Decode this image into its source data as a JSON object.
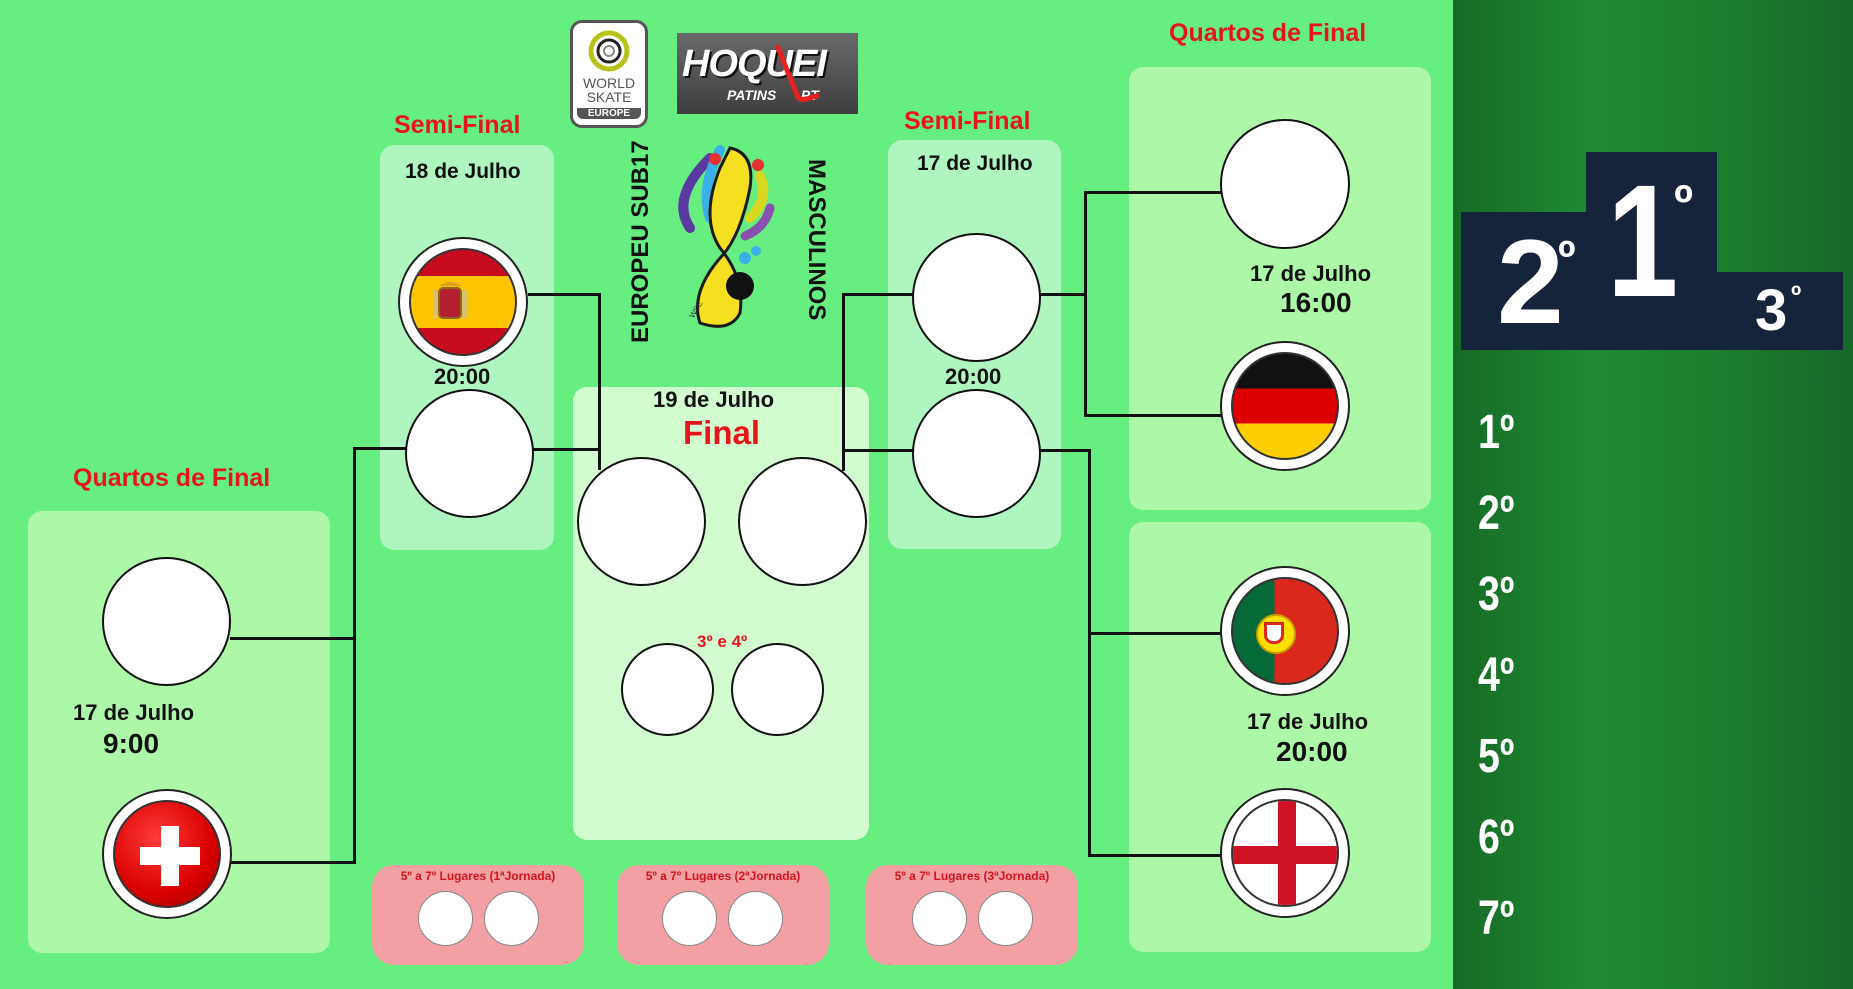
{
  "left": {
    "quarter_title": "Quartos de Final",
    "quarter_date": "17 de Julho",
    "quarter_time": "9:00",
    "semi_title": "Semi-Final",
    "semi_date": "18 de Julho",
    "semi_time": "20:00"
  },
  "center": {
    "final_date": "19 de Julho",
    "final_title": "Final",
    "third_place_label": "3º e 4º",
    "vertical_left": "EUROPEU SUB17",
    "vertical_right": "MASCULINOS",
    "logo_world_skate": [
      "WORLD",
      "SKATE",
      "EUROPE"
    ],
    "logo_hoquei_main": "HOQUEI",
    "logo_hoquei_sub": "PATINS",
    "logo_hoquei_pt": ".PT",
    "wse_mark": "WSE"
  },
  "right": {
    "quarter_title": "Quartos de Final",
    "top_quarter_date": "17 de Julho",
    "top_quarter_time": "16:00",
    "bottom_quarter_date": "17 de Julho",
    "bottom_quarter_time": "20:00",
    "semi_title": "Semi-Final",
    "semi_date": "17 de Julho",
    "semi_time": "20:00"
  },
  "placement": {
    "round1": "5º a 7º Lugares (1ªJornada)",
    "round2": "5º a 7º Lugares (2ªJornada)",
    "round3": "5º a 7º Lugares (3ªJornada)"
  },
  "podium": {
    "first": "1",
    "second": "2",
    "third": "3",
    "ordinal": "º"
  },
  "ranking": [
    "1º",
    "2º",
    "3º",
    "4º",
    "5º",
    "6º",
    "7º"
  ],
  "teams": {
    "left_semi_top": "Spain",
    "left_quarter_bottom": "Switzerland",
    "right_quarter_1_bottom": "Germany",
    "right_quarter_2_top": "Portugal",
    "right_quarter_2_bottom": "England"
  },
  "colors": {
    "background": "#66ee80",
    "sidebar": "#1c7a2c",
    "podium": "#15243a",
    "title_red": "#e8141c"
  }
}
